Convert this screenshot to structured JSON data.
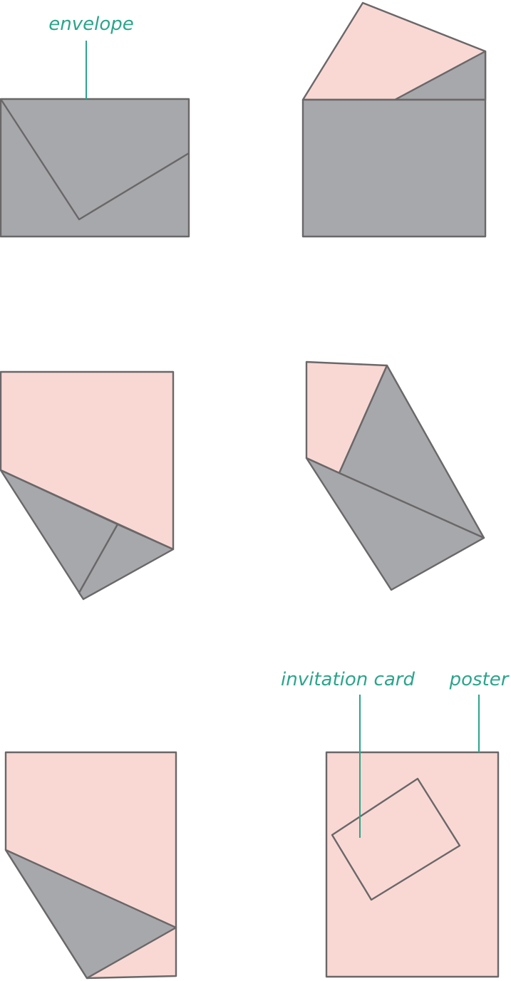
{
  "labels": {
    "envelope": "envelope",
    "invitation_card": "invitation card",
    "poster": "poster"
  },
  "colors": {
    "envelope_fill": "#a7a8ab",
    "paper_fill": "#f9d8d3",
    "outline": "#6a6769",
    "label": "#2ba58a",
    "background": "#ffffff"
  }
}
